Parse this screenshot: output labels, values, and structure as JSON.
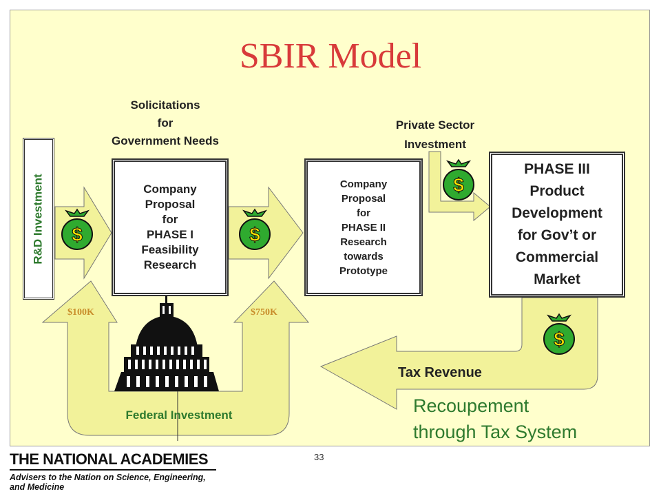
{
  "title": "SBIR Model",
  "rd_investment": "R&D Investment",
  "solicitations": [
    "Solicitations",
    "for",
    "Government Needs"
  ],
  "phase1_box": [
    "Company",
    "Proposal",
    "for",
    "PHASE I",
    "Feasibility",
    "Research"
  ],
  "phase2_box": [
    "Company",
    "Proposal",
    "for",
    "PHASE II",
    "Research",
    "towards",
    "Prototype"
  ],
  "private_sector": [
    "Private Sector",
    "Investment"
  ],
  "phase3_box": [
    "PHASE III",
    "Product",
    "Development",
    "for Gov’t or",
    "Commercial",
    "Market"
  ],
  "amount_phase1": "$100K",
  "amount_phase2": "$750K",
  "federal_investment": "Federal Investment",
  "tax_revenue": "Tax Revenue",
  "recoupement": [
    "Recoupement",
    "through Tax System"
  ],
  "page_number": "33",
  "logo": {
    "name": "THE NATIONAL ACADEMIES",
    "tagline": "Advisers to the Nation on Science, Engineering, and Medicine"
  },
  "money_bag_symbol": "$",
  "colors": {
    "title": "#d83a3a",
    "green_text": "#2e7a2e",
    "arrow_fill": "#f2f29a",
    "bag_green": "#2faa2f",
    "dollar_yellow": "#ffe600",
    "amount_text": "#c88c2a",
    "slide_bg": "#ffffcc"
  }
}
